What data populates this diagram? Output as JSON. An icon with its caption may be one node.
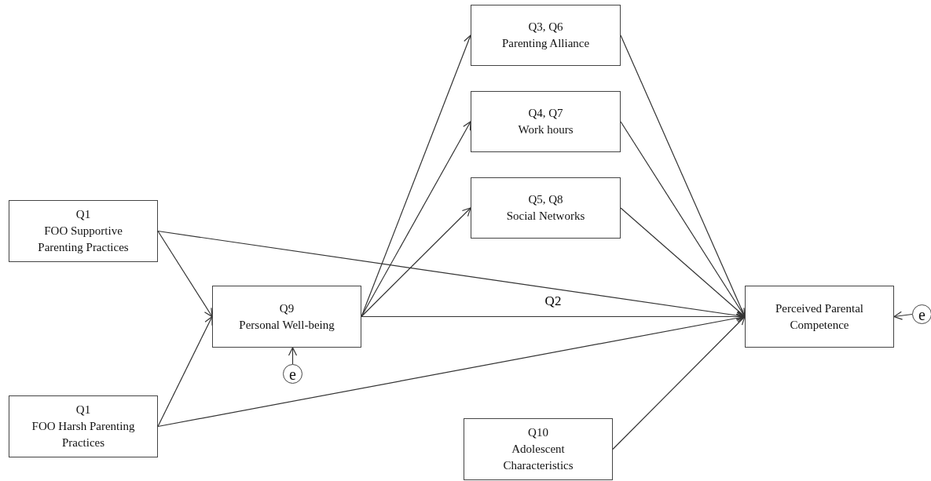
{
  "diagram": {
    "nodes": [
      {
        "text": [
          "Q3, Q6",
          "Parenting Alliance"
        ]
      },
      {
        "text": [
          "Q4, Q7",
          "Work hours"
        ]
      },
      {
        "text": [
          "Q5, Q8",
          "Social Networks"
        ]
      },
      {
        "text": [
          "Q1",
          "FOO Supportive Parenting Practices"
        ]
      },
      {
        "text": [
          "Q9",
          "Personal Well-being"
        ]
      },
      {
        "text": [
          "Perceived Parental Competence"
        ]
      },
      {
        "text": [
          "e"
        ]
      },
      {
        "text": [
          "e"
        ]
      },
      {
        "text": [
          "Q1",
          "FOO Harsh Parenting Practices"
        ]
      },
      {
        "text": [
          "Q10",
          "Adolescent Characteristics"
        ]
      }
    ],
    "edges": [
      {
        "from": 3,
        "to": 4,
        "arrow": "to"
      },
      {
        "from": 8,
        "to": 4,
        "arrow": "to"
      },
      {
        "from": 4,
        "to": 0,
        "arrow": "to"
      },
      {
        "from": 4,
        "to": 1,
        "arrow": "to"
      },
      {
        "from": 4,
        "to": 2,
        "arrow": "to"
      },
      {
        "from": 4,
        "to": 5,
        "arrow": "to",
        "label": "Q2"
      },
      {
        "from": 3,
        "to": 5,
        "arrow": "to"
      },
      {
        "from": 8,
        "to": 5,
        "arrow": "to"
      },
      {
        "from": 0,
        "to": 5,
        "arrow": "to"
      },
      {
        "from": 1,
        "to": 5,
        "arrow": "to"
      },
      {
        "from": 2,
        "to": 5,
        "arrow": "to"
      },
      {
        "from": 9,
        "to": 5,
        "arrow": "to"
      },
      {
        "from": 6,
        "to": 4,
        "arrow": "to"
      },
      {
        "from": 7,
        "to": 5,
        "arrow": "to"
      }
    ]
  }
}
